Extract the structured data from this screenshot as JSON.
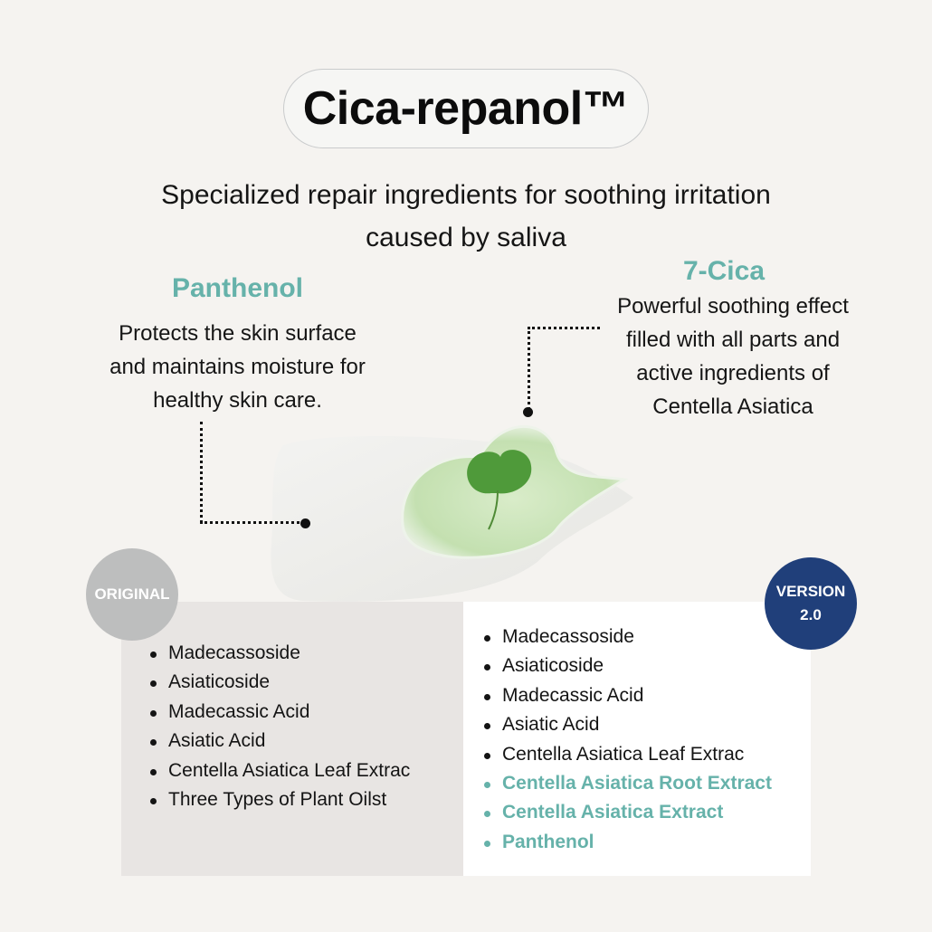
{
  "header": {
    "title": "Cica-repanol™",
    "subtitle_line1": "Specialized repair ingredients for soothing irritation",
    "subtitle_line2": "caused by saliva"
  },
  "features": {
    "panthenol": {
      "title": "Panthenol",
      "desc": [
        "Protects the skin surface",
        "and maintains moisture for",
        "healthy skin care."
      ]
    },
    "cica": {
      "title": "7-Cica",
      "desc": [
        "Powerful soothing effect",
        "filled with all parts and",
        "active ingredients of",
        "Centella Asiatica"
      ]
    }
  },
  "comparison": {
    "original": {
      "badge": "ORIGINAL",
      "items": [
        "Madecassoside",
        "Asiaticoside",
        "Madecassic Acid",
        "Asiatic Acid",
        "Centella Asiatica Leaf Extrac",
        "Three Types of Plant Oilst"
      ]
    },
    "version": {
      "badge_line1": "VERSION",
      "badge_line2": "2.0",
      "items": [
        "Madecassoside",
        "Asiaticoside",
        "Madecassic Acid",
        "Asiatic Acid",
        "Centella Asiatica Leaf Extrac"
      ],
      "new_items": [
        "Centella Asiatica Root Extract",
        "Centella Asiatica Extract",
        "Panthenol"
      ]
    }
  },
  "colors": {
    "accent": "#66b2aa",
    "version_badge": "#203f7a",
    "original_badge": "#bdbebe",
    "background": "#f5f3f0"
  }
}
